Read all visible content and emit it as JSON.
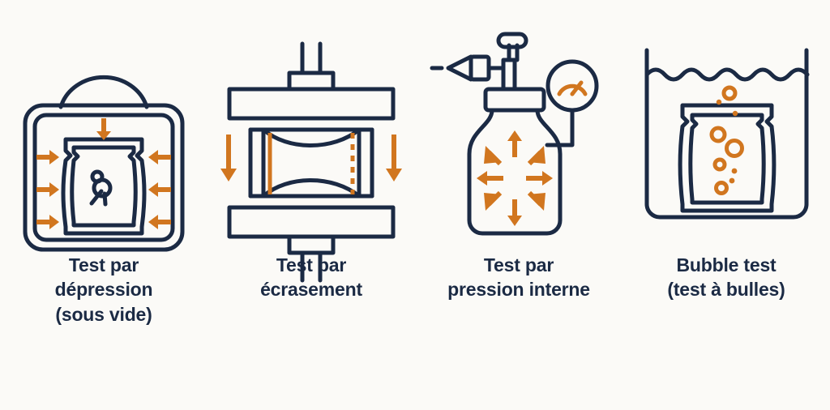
{
  "theme": {
    "background": "#fbfaf7",
    "ink": "#1b2a44",
    "accent": "#d1761f",
    "caption_color": "#1b2a44"
  },
  "panels": [
    {
      "id": "vacuum-test",
      "icon": "vacuum-chamber-icon",
      "caption_lines": [
        "Test par",
        "dépression",
        "(sous vide)"
      ],
      "icon_elements": {
        "chamber": "rounded double-walled vacuum chamber with dome lid handle",
        "pouch": "sealed flexible pouch with notches",
        "leak_mark": "small leak squiggle inside pouch",
        "arrows": {
          "direction": "inward",
          "count": 7,
          "color": "#d1761f"
        }
      }
    },
    {
      "id": "crush-test",
      "icon": "compression-press-icon",
      "caption_lines": [
        "Test par",
        "écrasement"
      ],
      "icon_elements": {
        "platens": 2,
        "rams": 2,
        "pouch": "pouch compressed between platens",
        "seal_solid": "#d1761f",
        "seal_dashed": "#d1761f",
        "arrows": {
          "direction": "downward",
          "count": 2,
          "color": "#d1761f"
        }
      }
    },
    {
      "id": "internal-pressure-test",
      "icon": "pressure-bottle-icon",
      "caption_lines": [
        "Test par",
        "pression interne"
      ],
      "icon_elements": {
        "bottle": "pressure vessel with pump head and nozzle",
        "gauge": "circular pressure gauge with orange dial",
        "arrows": {
          "direction": "radial-outward",
          "count": 8,
          "color": "#d1761f"
        }
      }
    },
    {
      "id": "bubble-test",
      "icon": "bubble-tank-icon",
      "caption_lines": [
        "Bubble test",
        "(test à bulles)"
      ],
      "icon_elements": {
        "tank": "open water tank with wavy surface line",
        "pouch": "submerged sealed pouch",
        "bubbles": {
          "count": 9,
          "color": "#d1761f"
        }
      }
    }
  ]
}
